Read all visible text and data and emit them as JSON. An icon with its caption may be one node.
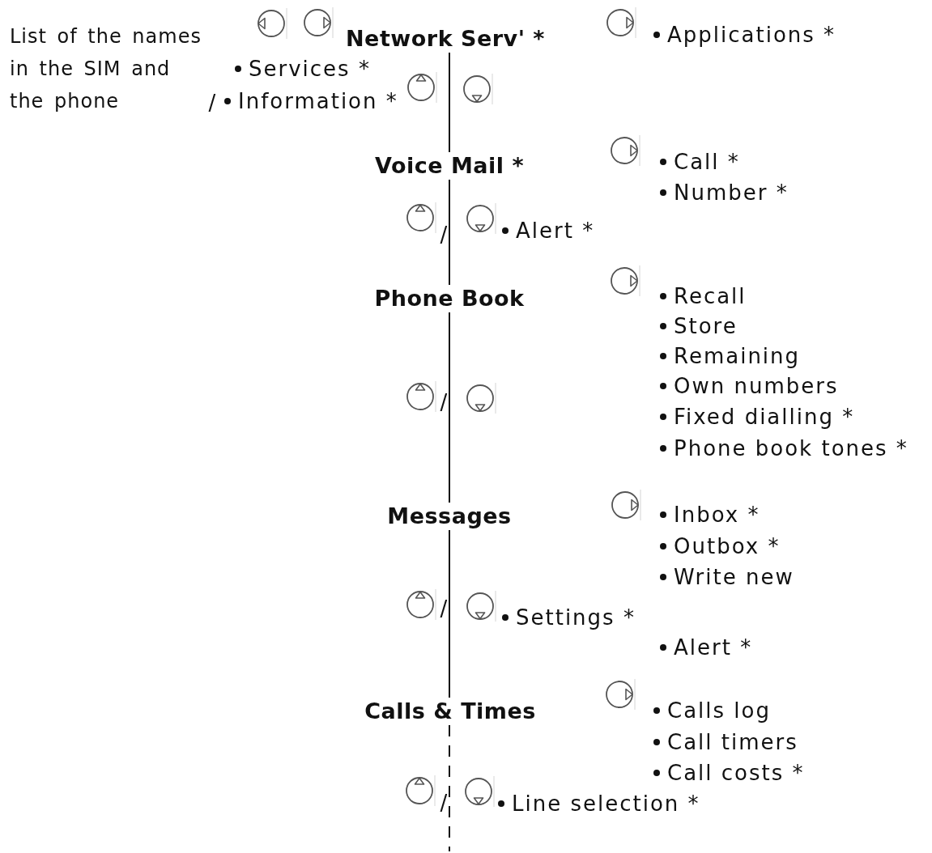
{
  "diagram": {
    "nodes": [
      {
        "text": [
          "Network Serv' *"
        ]
      },
      {
        "text": [
          "Voice Mail *"
        ]
      },
      {
        "text": [
          "Phone Book"
        ]
      },
      {
        "text": [
          "Messages"
        ]
      },
      {
        "text": [
          "Calls & Times"
        ]
      }
    ],
    "edges": [
      {
        "from": 0,
        "to": 1,
        "arrow": "none"
      },
      {
        "from": 1,
        "to": 2,
        "arrow": "none"
      },
      {
        "from": 2,
        "to": 3,
        "arrow": "none"
      },
      {
        "from": 3,
        "to": 4,
        "arrow": "none"
      },
      {
        "from": 4,
        "to": null,
        "arrow": "none",
        "style": "dashed"
      }
    ],
    "labels": [
      "List of the names in the SIM and the phone",
      "Applications *",
      "Services *",
      "/",
      "Information *",
      "Call *",
      "Number *",
      "/",
      "Alert *",
      "Recall",
      "Store",
      "Remaining",
      "Own numbers",
      "Fixed dialling *",
      "Phone book tones *",
      "/",
      "Inbox *",
      "Outbox *",
      "Write new",
      "/",
      "Settings *",
      "Alert *",
      "Calls log",
      "Call timers",
      "Call costs *",
      "/",
      "Line selection *"
    ]
  }
}
